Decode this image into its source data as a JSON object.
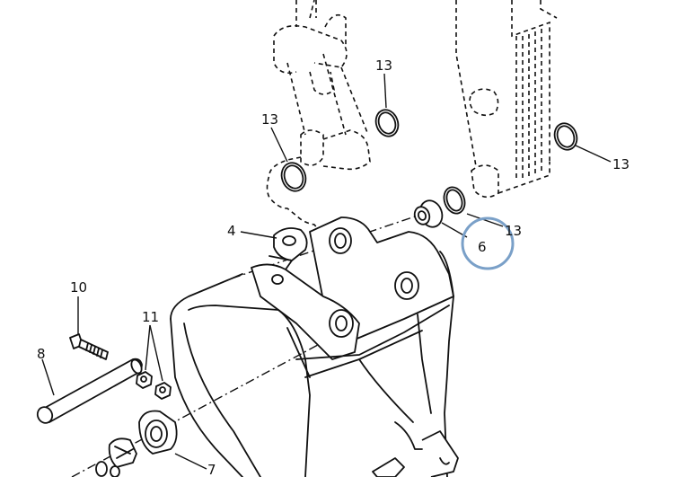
{
  "callouts": {
    "c4": "4",
    "c6": "6",
    "c7": "7",
    "c8": "8",
    "c10": "10",
    "c11": "11",
    "c13a": "13",
    "c13b": "13",
    "c13c": "13",
    "c13d": "13"
  },
  "highlight": {
    "target": "6",
    "color": "#7aa0c8"
  }
}
